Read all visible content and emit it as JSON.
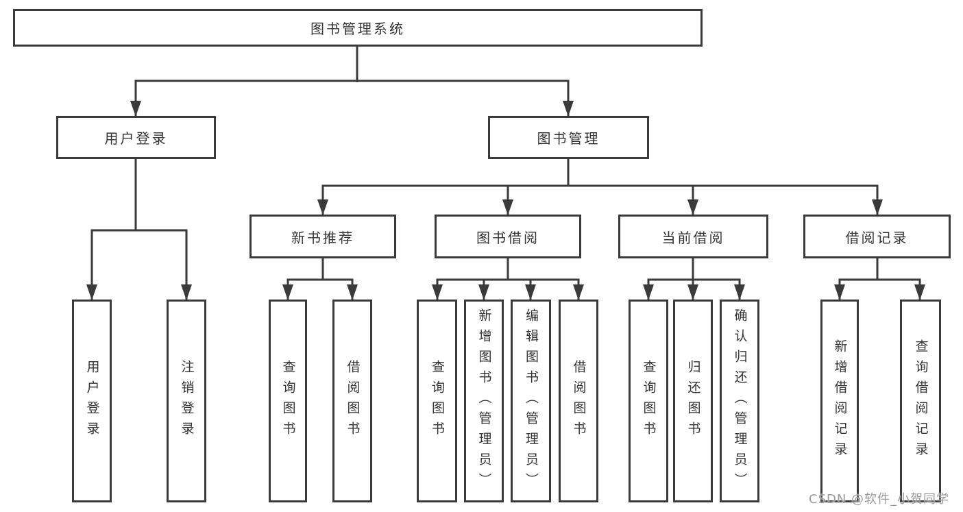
{
  "colors": {
    "line": "#3a3a3a",
    "text": "#333333",
    "box_background": "#ffffff",
    "watermark": "#9b9b9b"
  },
  "watermark": {
    "text": "CSDN @软件_小贺同学"
  },
  "tree": {
    "root": {
      "label": "图书管理系统",
      "children": [
        {
          "label": "用户登录",
          "children": [
            {
              "label": "用户登录"
            },
            {
              "label": "注销登录"
            }
          ]
        },
        {
          "label": "图书管理",
          "children": [
            {
              "label": "新书推荐",
              "children": [
                {
                  "label": "查询图书"
                },
                {
                  "label": "借阅图书"
                }
              ]
            },
            {
              "label": "图书借阅",
              "children": [
                {
                  "label": "查询图书"
                },
                {
                  "label": "新增图书（管理员）"
                },
                {
                  "label": "编辑图书（管理员）"
                },
                {
                  "label": "借阅图书"
                }
              ]
            },
            {
              "label": "当前借阅",
              "children": [
                {
                  "label": "查询图书"
                },
                {
                  "label": "归还图书"
                },
                {
                  "label": "确认归还（管理员）"
                }
              ]
            },
            {
              "label": "借阅记录",
              "children": [
                {
                  "label": "新增借阅记录"
                },
                {
                  "label": "查询借阅记录"
                }
              ]
            }
          ]
        }
      ]
    }
  }
}
